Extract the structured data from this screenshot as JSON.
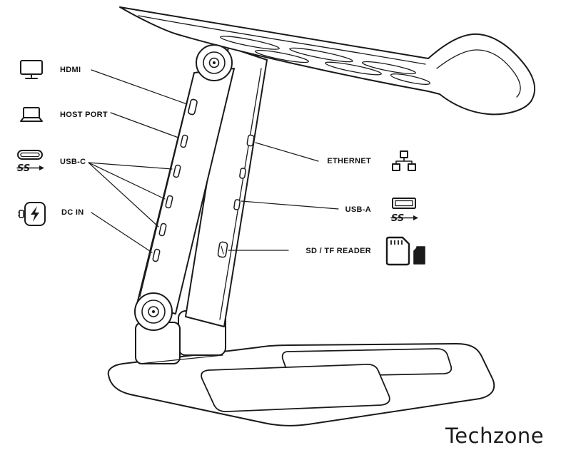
{
  "brand": "Techzone",
  "colors": {
    "line": "#1a1a1a",
    "background": "#ffffff"
  },
  "annotations": {
    "left": [
      {
        "label": "HDMI",
        "icon": "monitor-icon"
      },
      {
        "label": "HOST PORT",
        "icon": "laptop-icon"
      },
      {
        "label": "USB-C",
        "icon": "usb-c-icon"
      },
      {
        "label": "DC IN",
        "icon": "power-adapter-icon"
      }
    ],
    "right": [
      {
        "label": "ETHERNET",
        "icon": "ethernet-icon"
      },
      {
        "label": "USB-A",
        "icon": "usb-a-icon"
      },
      {
        "label": "SD / TF READER",
        "icon": "sd-card-icon"
      }
    ]
  },
  "usb_speed_mark": "SS"
}
